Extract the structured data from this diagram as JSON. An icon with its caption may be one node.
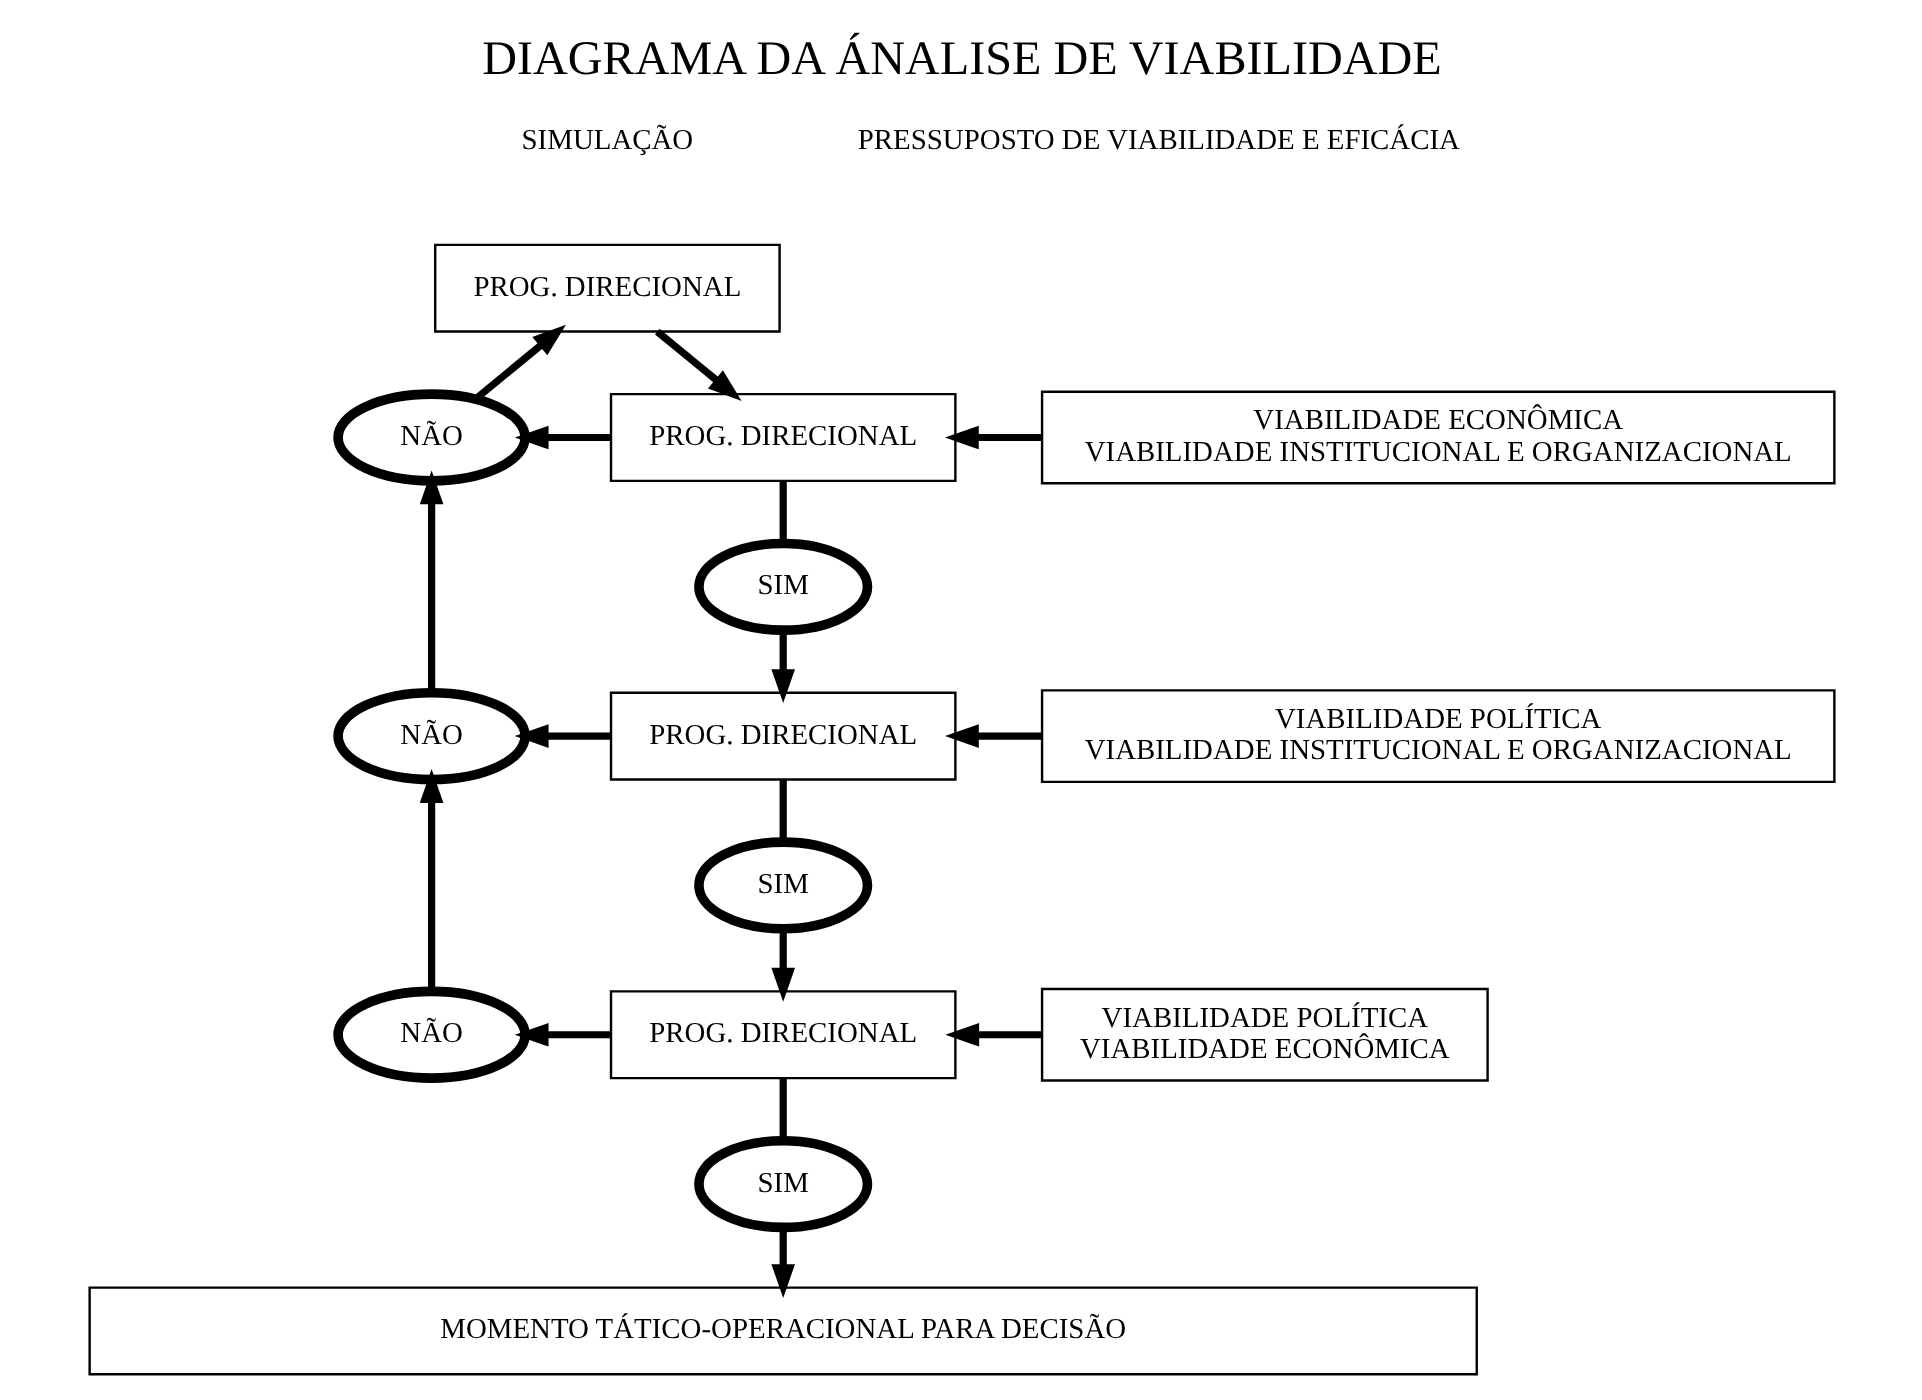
{
  "diagram": {
    "title": "DIAGRAMA DA ÁNALISE DE VIABILIDADE",
    "nodes": [
      {
        "text": [
          "PROG. DIRECIONAL"
        ]
      },
      {
        "text": [
          "NÃO"
        ]
      },
      {
        "text": [
          "PROG. DIRECIONAL"
        ]
      },
      {
        "text": [
          "VIABILIDADE ECONÔMICA",
          "VIABILIDADE INSTITUCIONAL E ORGANIZACIONAL"
        ]
      },
      {
        "text": [
          "SIM"
        ]
      },
      {
        "text": [
          "NÃO"
        ]
      },
      {
        "text": [
          "PROG. DIRECIONAL"
        ]
      },
      {
        "text": [
          "VIABILIDADE POLÍTICA",
          "VIABILIDADE INSTITUCIONAL E ORGANIZACIONAL"
        ]
      },
      {
        "text": [
          "SIM"
        ]
      },
      {
        "text": [
          "NÃO"
        ]
      },
      {
        "text": [
          "PROG. DIRECIONAL"
        ]
      },
      {
        "text": [
          "VIABILIDADE POLÍTICA",
          "VIABILIDADE ECONÔMICA"
        ]
      },
      {
        "text": [
          "SIM"
        ]
      },
      {
        "text": [
          "MOMENTO TÁTICO-OPERACIONAL PARA DECISÃO"
        ]
      }
    ],
    "edges": [
      {
        "from": 0,
        "to": 2,
        "arrow": "to"
      },
      {
        "from": 2,
        "to": 1,
        "arrow": "to"
      },
      {
        "from": 1,
        "to": 0,
        "arrow": "to"
      },
      {
        "from": 3,
        "to": 2,
        "arrow": "to"
      },
      {
        "from": 2,
        "to": 4,
        "arrow": "none"
      },
      {
        "from": 4,
        "to": 6,
        "arrow": "to"
      },
      {
        "from": 6,
        "to": 5,
        "arrow": "to"
      },
      {
        "from": 5,
        "to": 1,
        "arrow": "to"
      },
      {
        "from": 7,
        "to": 6,
        "arrow": "to"
      },
      {
        "from": 6,
        "to": 8,
        "arrow": "none"
      },
      {
        "from": 8,
        "to": 10,
        "arrow": "to"
      },
      {
        "from": 10,
        "to": 9,
        "arrow": "to"
      },
      {
        "from": 9,
        "to": 5,
        "arrow": "to"
      },
      {
        "from": 11,
        "to": 10,
        "arrow": "to"
      },
      {
        "from": 10,
        "to": 12,
        "arrow": "none"
      },
      {
        "from": 12,
        "to": 13,
        "arrow": "to"
      }
    ],
    "labels": [
      "SIMULAÇÃO",
      "PRESSUPOSTO DE VIABILIDADE E EFICÁCIA"
    ]
  }
}
